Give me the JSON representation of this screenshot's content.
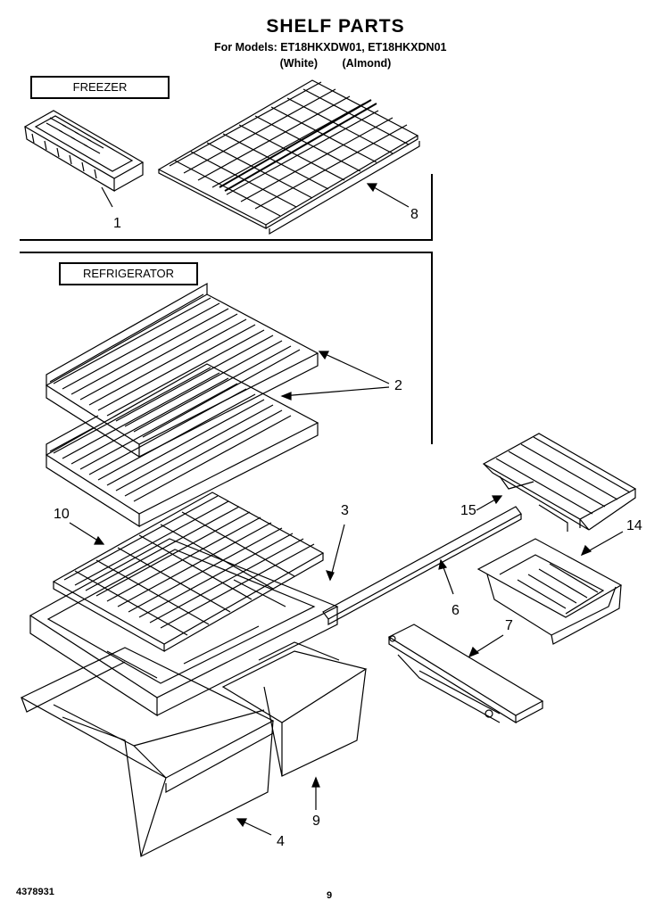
{
  "header": {
    "title": "SHELF PARTS",
    "models": "For Models: ET18HKXDW01, ET18HKXDN01",
    "variant_white": "(White)",
    "variant_almond": "(Almond)"
  },
  "sections": {
    "freezer": "FREEZER",
    "refrigerator": "REFRIGERATOR"
  },
  "callouts": {
    "c1": "1",
    "c2": "2",
    "c3": "3",
    "c4": "4",
    "c6": "6",
    "c7": "7",
    "c8": "8",
    "c9": "9",
    "c10": "10",
    "c14": "14",
    "c15": "15"
  },
  "footer": {
    "doc_number": "4378931",
    "page_number": "9"
  }
}
